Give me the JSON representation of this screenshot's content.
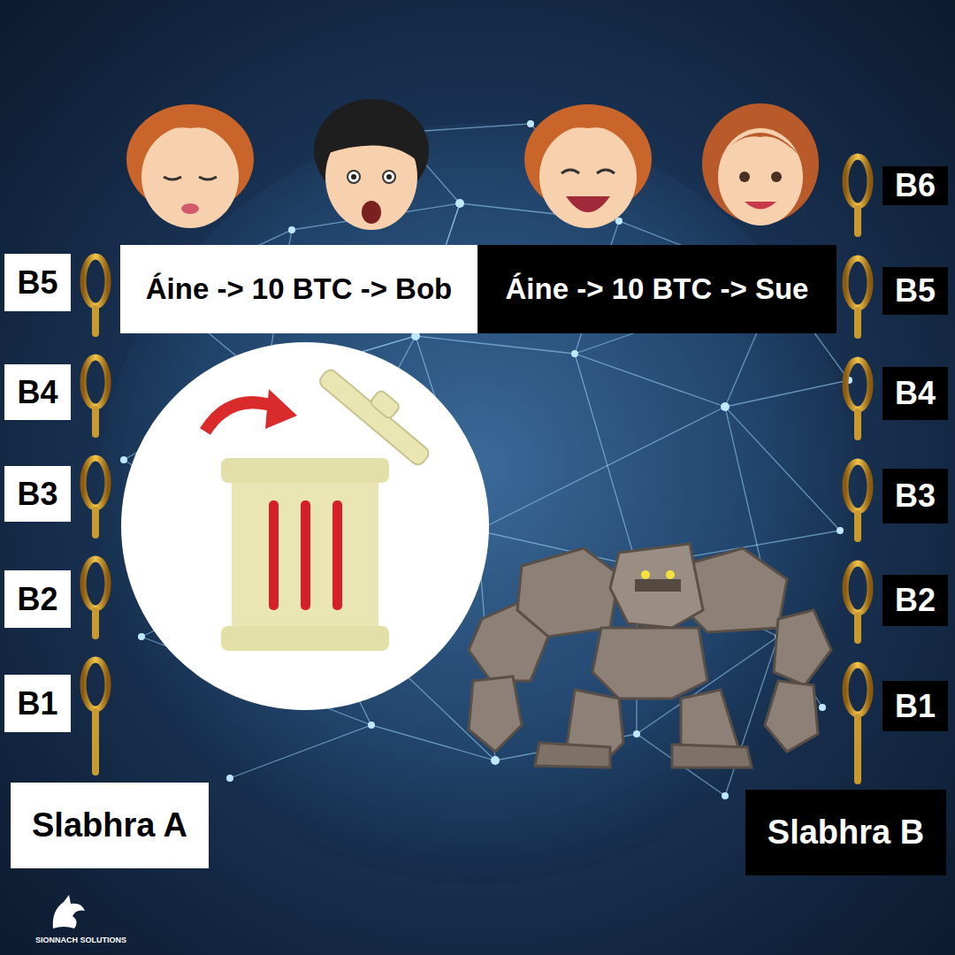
{
  "diagram": {
    "nodes": [
      {
        "text": [
          "B6"
        ]
      },
      {
        "text": [
          "B5"
        ]
      },
      {
        "text": [
          "Áine -> 10 BTC -> Bob"
        ]
      },
      {
        "text": [
          "Áine -> 10 BTC -> Sue"
        ]
      },
      {
        "text": [
          "B5"
        ]
      },
      {
        "text": [
          "B4"
        ]
      },
      {
        "text": [
          "B4"
        ]
      },
      {
        "text": [
          "B3"
        ]
      },
      {
        "text": [
          "B3"
        ]
      },
      {
        "text": [
          "B2"
        ]
      },
      {
        "text": [
          "B2"
        ]
      },
      {
        "text": [
          "B1"
        ]
      },
      {
        "text": [
          "B1"
        ]
      },
      {
        "text": [
          "Slabhra A"
        ]
      },
      {
        "text": [
          "Slabhra B"
        ]
      }
    ],
    "labels": [
      "SIONNACH SOLUTIONS"
    ]
  }
}
